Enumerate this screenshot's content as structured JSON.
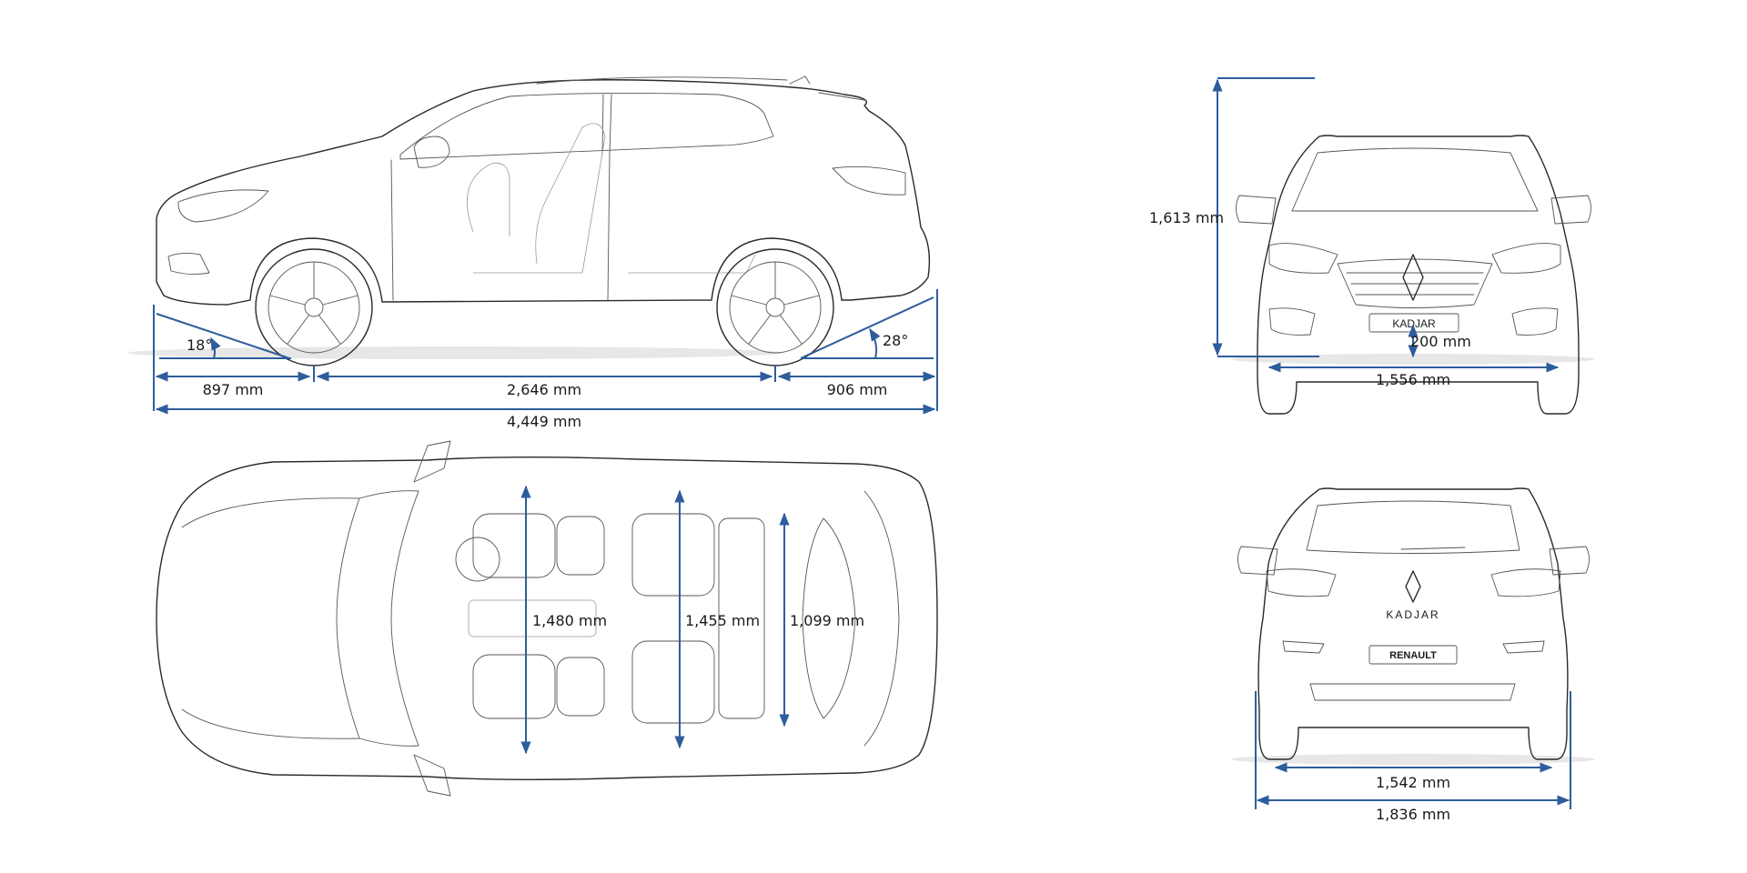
{
  "side_view": {
    "approach_angle": "18°",
    "departure_angle": "28°",
    "front_overhang": "897 mm",
    "wheelbase": "2,646 mm",
    "rear_overhang": "906 mm",
    "overall_length": "4,449 mm"
  },
  "front_view": {
    "height": "1,613 mm",
    "ground_clearance": "200 mm",
    "front_track": "1,556 mm",
    "badge": "KADJAR"
  },
  "top_view": {
    "front_shoulder_width": "1,480 mm",
    "rear_shoulder_width": "1,455 mm",
    "boot_width": "1,099 mm"
  },
  "rear_view": {
    "rear_track": "1,542 mm",
    "overall_width": "1,836 mm",
    "badge": "KADJAR",
    "plate": "RENAULT"
  },
  "colors": {
    "dimension_line": "#2e5d9c",
    "outline": "#2a2a2a"
  }
}
